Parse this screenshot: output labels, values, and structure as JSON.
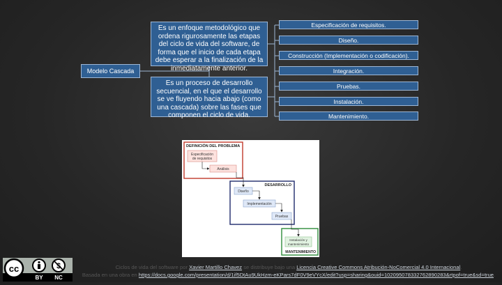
{
  "diagram": {
    "root": "Modelo Cascada",
    "descriptions": [
      "Es un enfoque metodológico que ordena rigurosamente las etapas del ciclo de vida del software, de forma que el inicio de cada etapa debe esperar a la finalización de la inmediatamente anterior.",
      "Es un proceso de desarrollo secuencial, en el que el desarrollo se ve fluyendo hacia abajo (como una cascada) sobre las fases que componen el ciclo de vida."
    ],
    "steps": [
      "Especificación de requisitos.",
      "Diseño.",
      "Construcción (Implementación o codificación).",
      "Integración.",
      "Pruebas.",
      "Instalación.",
      "Mantenimiento."
    ]
  },
  "figure": {
    "group1": "DEFINICIÓN DEL PROBLEMA",
    "group2": "DESARROLLO",
    "group3": "MANTENIMIENTO",
    "items": {
      "spec1": "Especificación",
      "spec2": "de requisitos",
      "analysis": "Análisis",
      "design": "Diseño",
      "impl": "Implementación",
      "tests": "Pruebas",
      "install1": "Instalación y",
      "install2": "mantenimiento"
    },
    "colors": {
      "group1": "#c0392b",
      "group2": "#1f2a6b",
      "group3": "#2e8b3a"
    }
  },
  "license": {
    "badge_by": "BY",
    "badge_nc": "NC",
    "line1_pre": "Ciclos de vida del software por ",
    "author": "Xavier Martillo Chavez",
    "line1_mid": " se distribuye bajo una ",
    "license_name": "Licencia Creative Commons Atribución-NoComercial 4.0 Internacional",
    "line1_end": ".",
    "line2_pre": "Basada en una obra en ",
    "url": "https://docs.google.com/presentation/d/1if5DtAu9UkHzm-eKPars7dF0V9eVYcX/edit?usp=sharing&ouid=102095078332762890283&rtpof=true&sd=true",
    "line2_end": "."
  }
}
